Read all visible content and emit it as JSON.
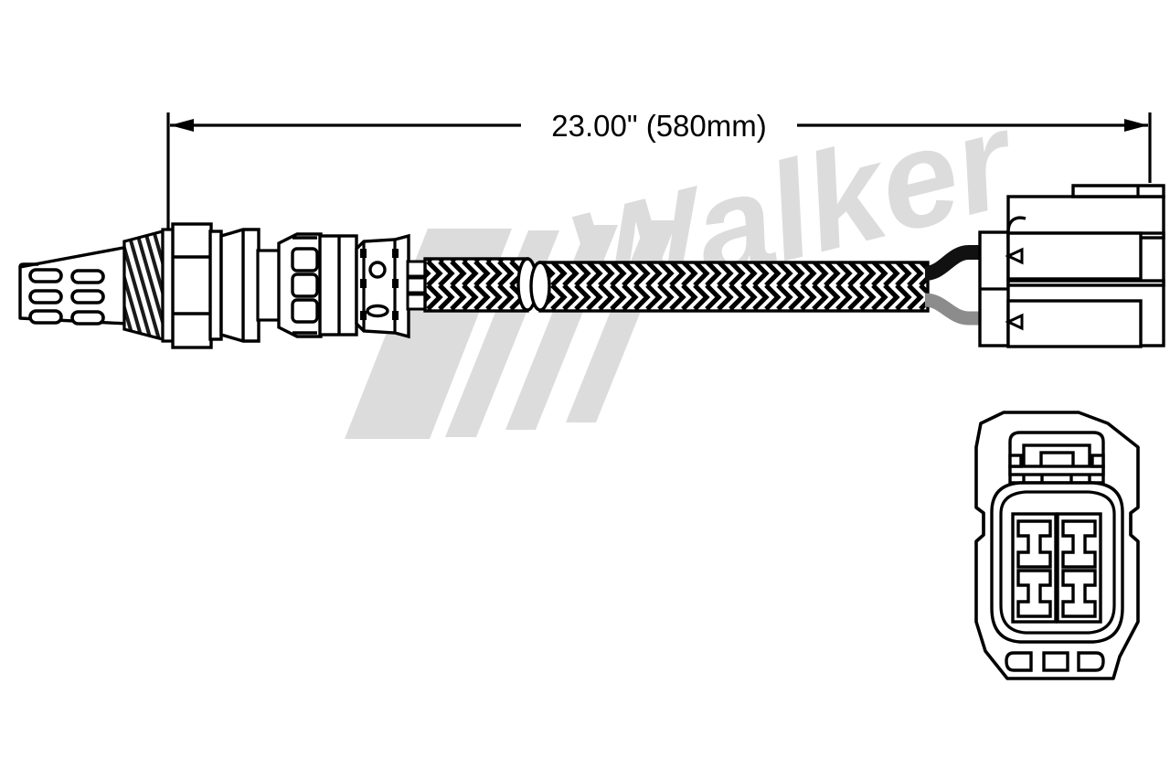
{
  "figure": {
    "kind": "technical-product-line-drawing",
    "subject": "oxygen-sensor",
    "background_color": "#ffffff",
    "line_color": "#000000"
  },
  "dimension": {
    "label": "23.00\" (580mm)",
    "value_inches": "23.00",
    "value_mm": "580",
    "unit_primary": "in",
    "unit_secondary": "mm",
    "arrow_left": "left-arrowhead",
    "arrow_right": "right-arrowhead"
  },
  "watermark": {
    "text": "Walker",
    "color": "#dcdcdc",
    "bars_count": 4,
    "style": "italic-bold-slanted"
  },
  "sensor": {
    "tip": {
      "name": "sensor-tip-shield",
      "vent_slot_rows": 3,
      "vent_slot_cols": 2,
      "vent_slots_total": 6
    },
    "thread": {
      "name": "threaded-body",
      "thread_count": 9
    },
    "hex_nut": {
      "name": "hex-nut",
      "band_count": 3
    },
    "collar": {
      "name": "taper-collar",
      "slot_count": 3
    },
    "barrel": {
      "name": "sensor-barrel"
    },
    "clamp": {
      "name": "crimp-clamp",
      "round_hole_count": 1,
      "oval_hole_count": 1
    },
    "cable": {
      "name": "braided-shield-cable",
      "segment_count": 2,
      "weave": "herringbone-braid",
      "weave_fill_color": "#000000"
    },
    "wires": [
      {
        "name": "wire-black",
        "color": "#111111"
      },
      {
        "name": "wire-gray",
        "color": "#8c8c8c"
      }
    ]
  },
  "connector_side": {
    "name": "connector-side-view",
    "band_count": 4,
    "terminal_marker_count": 2,
    "top_ridge": true
  },
  "connector_face": {
    "name": "connector-face-view",
    "housing_shape": "octagonal",
    "terminal_cavities": 4,
    "cavity_shape": "i-beam",
    "cavity_rows": 2,
    "cavity_cols": 2,
    "latch_tab": true,
    "bottom_keys": 3,
    "side_notches": 2
  }
}
